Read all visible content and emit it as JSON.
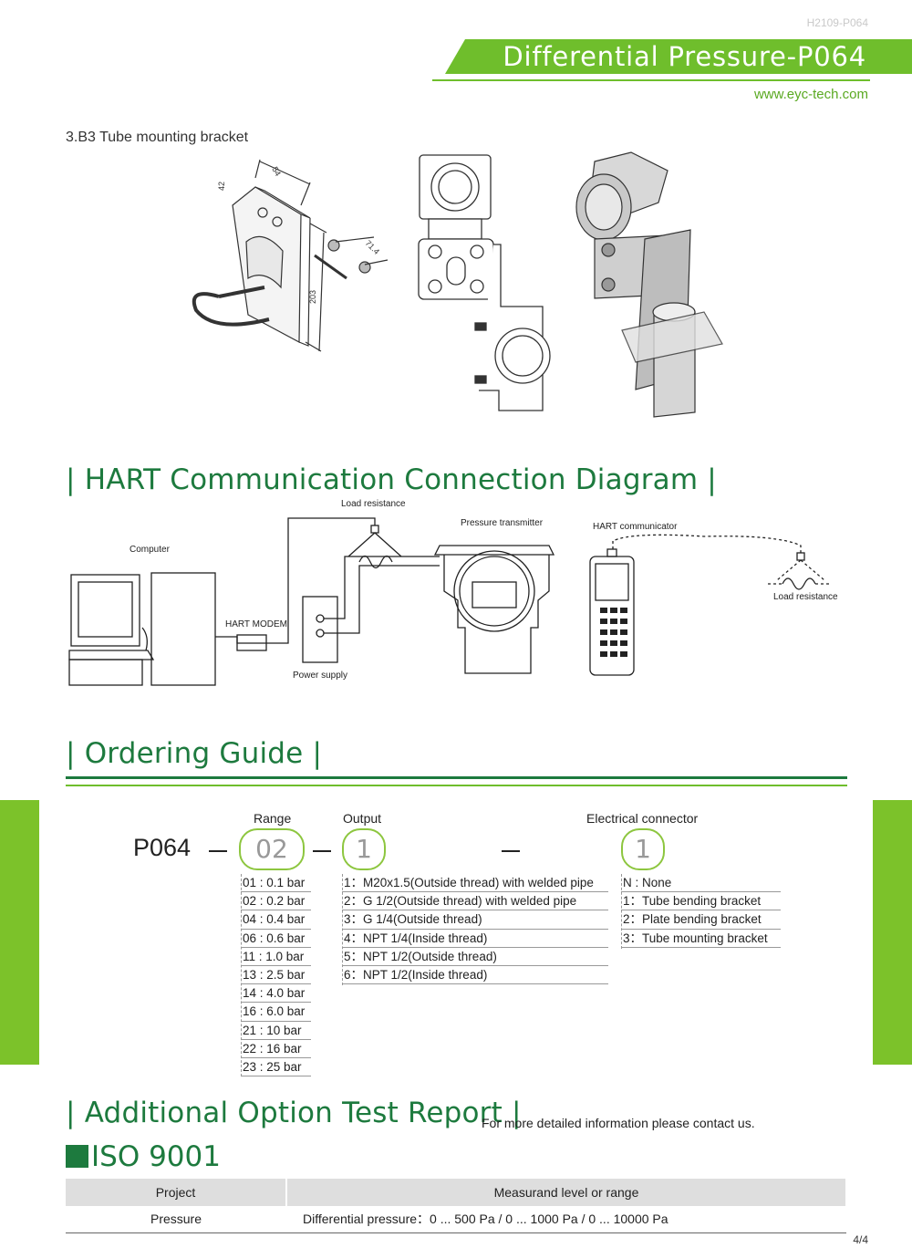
{
  "header": {
    "doc_code": "H2109-P064",
    "title": "Differential Pressure-P064",
    "website": "www.eyc-tech.com"
  },
  "bracket": {
    "caption": "3.B3 Tube mounting bracket",
    "dims": [
      "54",
      "42",
      "71.4",
      "203"
    ]
  },
  "hart": {
    "heading": "| HART Communication Connection Diagram |",
    "labels": {
      "computer": "Computer",
      "hart_modem": "HART MODEM",
      "power_supply": "Power supply",
      "load_resistance": "Load resistance",
      "pressure_transmitter": "Pressure transmitter",
      "hart_communicator": "HART communicator",
      "load_resistance_2": "Load resistance"
    }
  },
  "ordering": {
    "heading": "| Ordering Guide |",
    "model": "P064",
    "range_label": "Range",
    "range_value": "02",
    "output_label": "Output",
    "output_value": "1",
    "connector_label": "Electrical connector",
    "connector_value": "1",
    "range_options": [
      "01 : 0.1 bar",
      "02 : 0.2 bar",
      "04 : 0.4 bar",
      "06 : 0.6 bar",
      "11 : 1.0 bar",
      "13 : 2.5 bar",
      "14 : 4.0 bar",
      "16 : 6.0 bar",
      "21 : 10 bar",
      "22 : 16 bar",
      "23 : 25 bar"
    ],
    "output_options": [
      "1：M20x1.5(Outside thread) with welded pipe",
      "2：G 1/2(Outside thread) with welded pipe",
      "3：G 1/4(Outside thread)",
      "4：NPT 1/4(Inside thread)",
      "5：NPT 1/2(Outside thread)",
      "6：NPT 1/2(Inside thread)"
    ],
    "connector_options": [
      "N : None",
      "1：Tube bending bracket",
      "2：Plate bending bracket",
      "3：Tube mounting bracket"
    ]
  },
  "report": {
    "heading": "| Additional Option Test Report |",
    "note": "For more detailed information please contact us.",
    "iso_heading": "ISO 9001",
    "table": {
      "headers": [
        "Project",
        "Measurand level or range"
      ],
      "rows": [
        [
          "Pressure",
          "Differential pressure：0 ... 500 Pa / 0 ... 1000 Pa / 0 ... 10000 Pa"
        ]
      ]
    }
  },
  "footer": {
    "page": "4/4"
  },
  "colors": {
    "brand_green": "#6fbe2c",
    "dark_green": "#1d7a3e",
    "side_bar": "#7cc22a"
  }
}
